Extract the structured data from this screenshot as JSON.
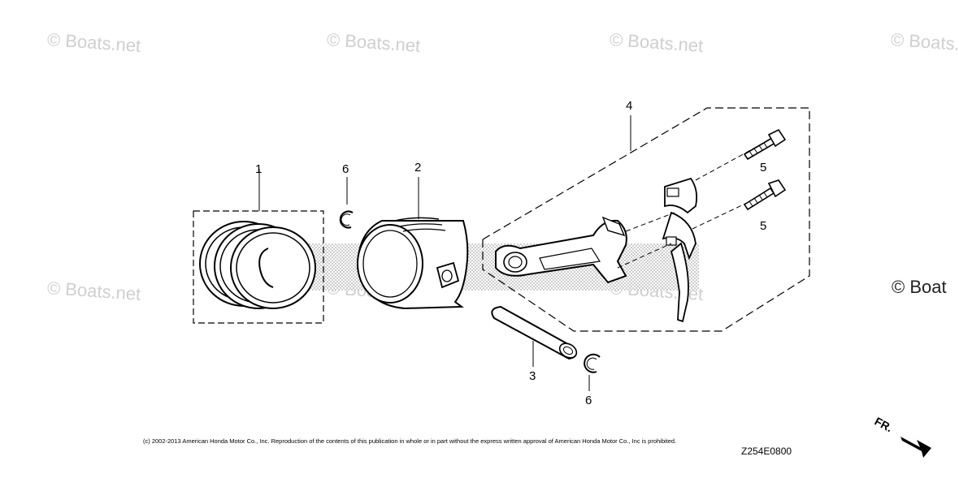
{
  "watermark": "© Boats.net",
  "watermark_cropped": "© Boat",
  "callouts": {
    "piston_rings": "1",
    "piston": "2",
    "piston_pin": "3",
    "connecting_rod": "4",
    "rod_bolt_upper": "5",
    "rod_bolt_lower": "5",
    "pin_clip_upper": "6",
    "pin_clip_lower": "6"
  },
  "copyright": "(c) 2002-2013 American Honda Motor Co., Inc. Reproduction of the contents of this publication in whole or in part without the express written approval of American Honda Motor Co., Inc is prohibited.",
  "diagram_code": "Z254E0800",
  "front_indicator": "FR."
}
